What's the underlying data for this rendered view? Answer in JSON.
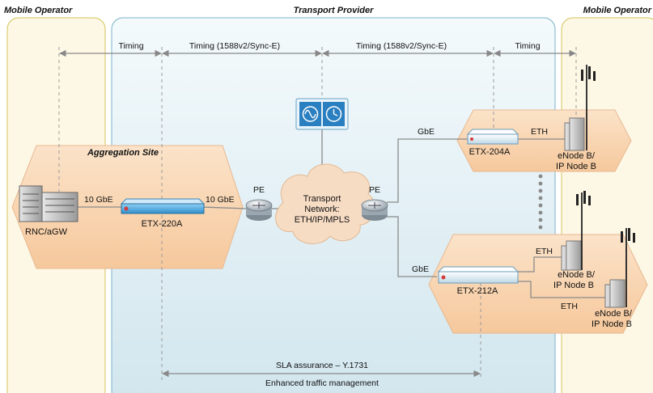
{
  "headers": {
    "mobile_operator_left": "Mobile Operator",
    "transport_provider": "Transport Provider",
    "mobile_operator_right": "Mobile Operator"
  },
  "aggregation": {
    "title": "Aggregation Site",
    "rnc": "RNC/aGW",
    "link_rnc": "10 GbE",
    "etx220": "ETX-220A",
    "link_pe": "10 GbE"
  },
  "network": {
    "pe_left": "PE",
    "pe_right": "PE",
    "cloud_line1": "Transport",
    "cloud_line2": "Network:",
    "cloud_line3": "ETH/IP/MPLS"
  },
  "site_top": {
    "gbe": "GbE",
    "eth": "ETH",
    "etx204": "ETX-204A",
    "enodeb_line1": "eNode B/",
    "enodeb_line2": "IP Node B"
  },
  "site_bottom": {
    "gbe": "GbE",
    "eth_a": "ETH",
    "eth_b": "ETH",
    "etx212": "ETX-212A",
    "enodeb_a_line1": "eNode B/",
    "enodeb_a_line2": "IP Node B",
    "enodeb_b_line1": "eNode B/",
    "enodeb_b_line2": "IP Node B"
  },
  "timing": {
    "seg1": "Timing",
    "seg2": "Timing (1588v2/Sync-E)",
    "seg3": "Timing (1588v2/Sync-E)",
    "seg4": "Timing"
  },
  "bottom": {
    "sla": "SLA assurance – Y.1731",
    "traffic": "Enhanced traffic management"
  },
  "colors": {
    "operator_fill": "#fdf8e6",
    "operator_border": "#d4c45a",
    "transport_fill": "#e4f0f4",
    "transport_border": "#7bb3c9",
    "site_fill": "#f9d7b4",
    "device_blue": "#4fa8dc",
    "cloud_fill": "#f7dcc4",
    "clock_blue": "#2a7fc0"
  }
}
